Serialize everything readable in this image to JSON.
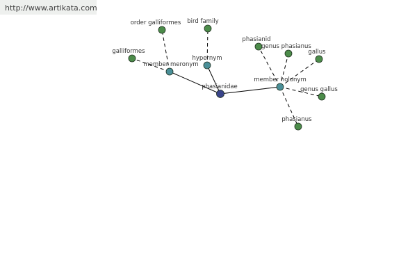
{
  "source": {
    "url": "http://www.artikata.com"
  },
  "colors": {
    "center_node": "#39448a",
    "relation_node": "#4a8f98",
    "leaf_node": "#4c8c4a",
    "node_stroke": "#1f2f1f",
    "edge": "#000000",
    "banner": "#eef0ee"
  },
  "graph": {
    "center": {
      "id": "phasianidae",
      "label": "phasianidae",
      "kind": "center"
    },
    "relations": [
      {
        "id": "member_meronym",
        "label": "member meronym",
        "kind": "relation",
        "children": [
          {
            "id": "galliformes",
            "label": "galliformes",
            "kind": "leaf"
          },
          {
            "id": "order_galliformes",
            "label": "order galliformes",
            "kind": "leaf"
          }
        ]
      },
      {
        "id": "hypernym",
        "label": "hypernym",
        "kind": "relation",
        "children": [
          {
            "id": "bird_family",
            "label": "bird family",
            "kind": "leaf"
          }
        ]
      },
      {
        "id": "member_holonym",
        "label": "member holonym",
        "kind": "relation",
        "children": [
          {
            "id": "phasianid",
            "label": "phasianid",
            "kind": "leaf"
          },
          {
            "id": "genus_phasianus",
            "label": "genus phasianus",
            "kind": "leaf"
          },
          {
            "id": "gallus",
            "label": "gallus",
            "kind": "leaf"
          },
          {
            "id": "genus_gallus",
            "label": "genus gallus",
            "kind": "leaf"
          },
          {
            "id": "phasianus",
            "label": "phasianus",
            "kind": "leaf"
          }
        ]
      }
    ]
  }
}
